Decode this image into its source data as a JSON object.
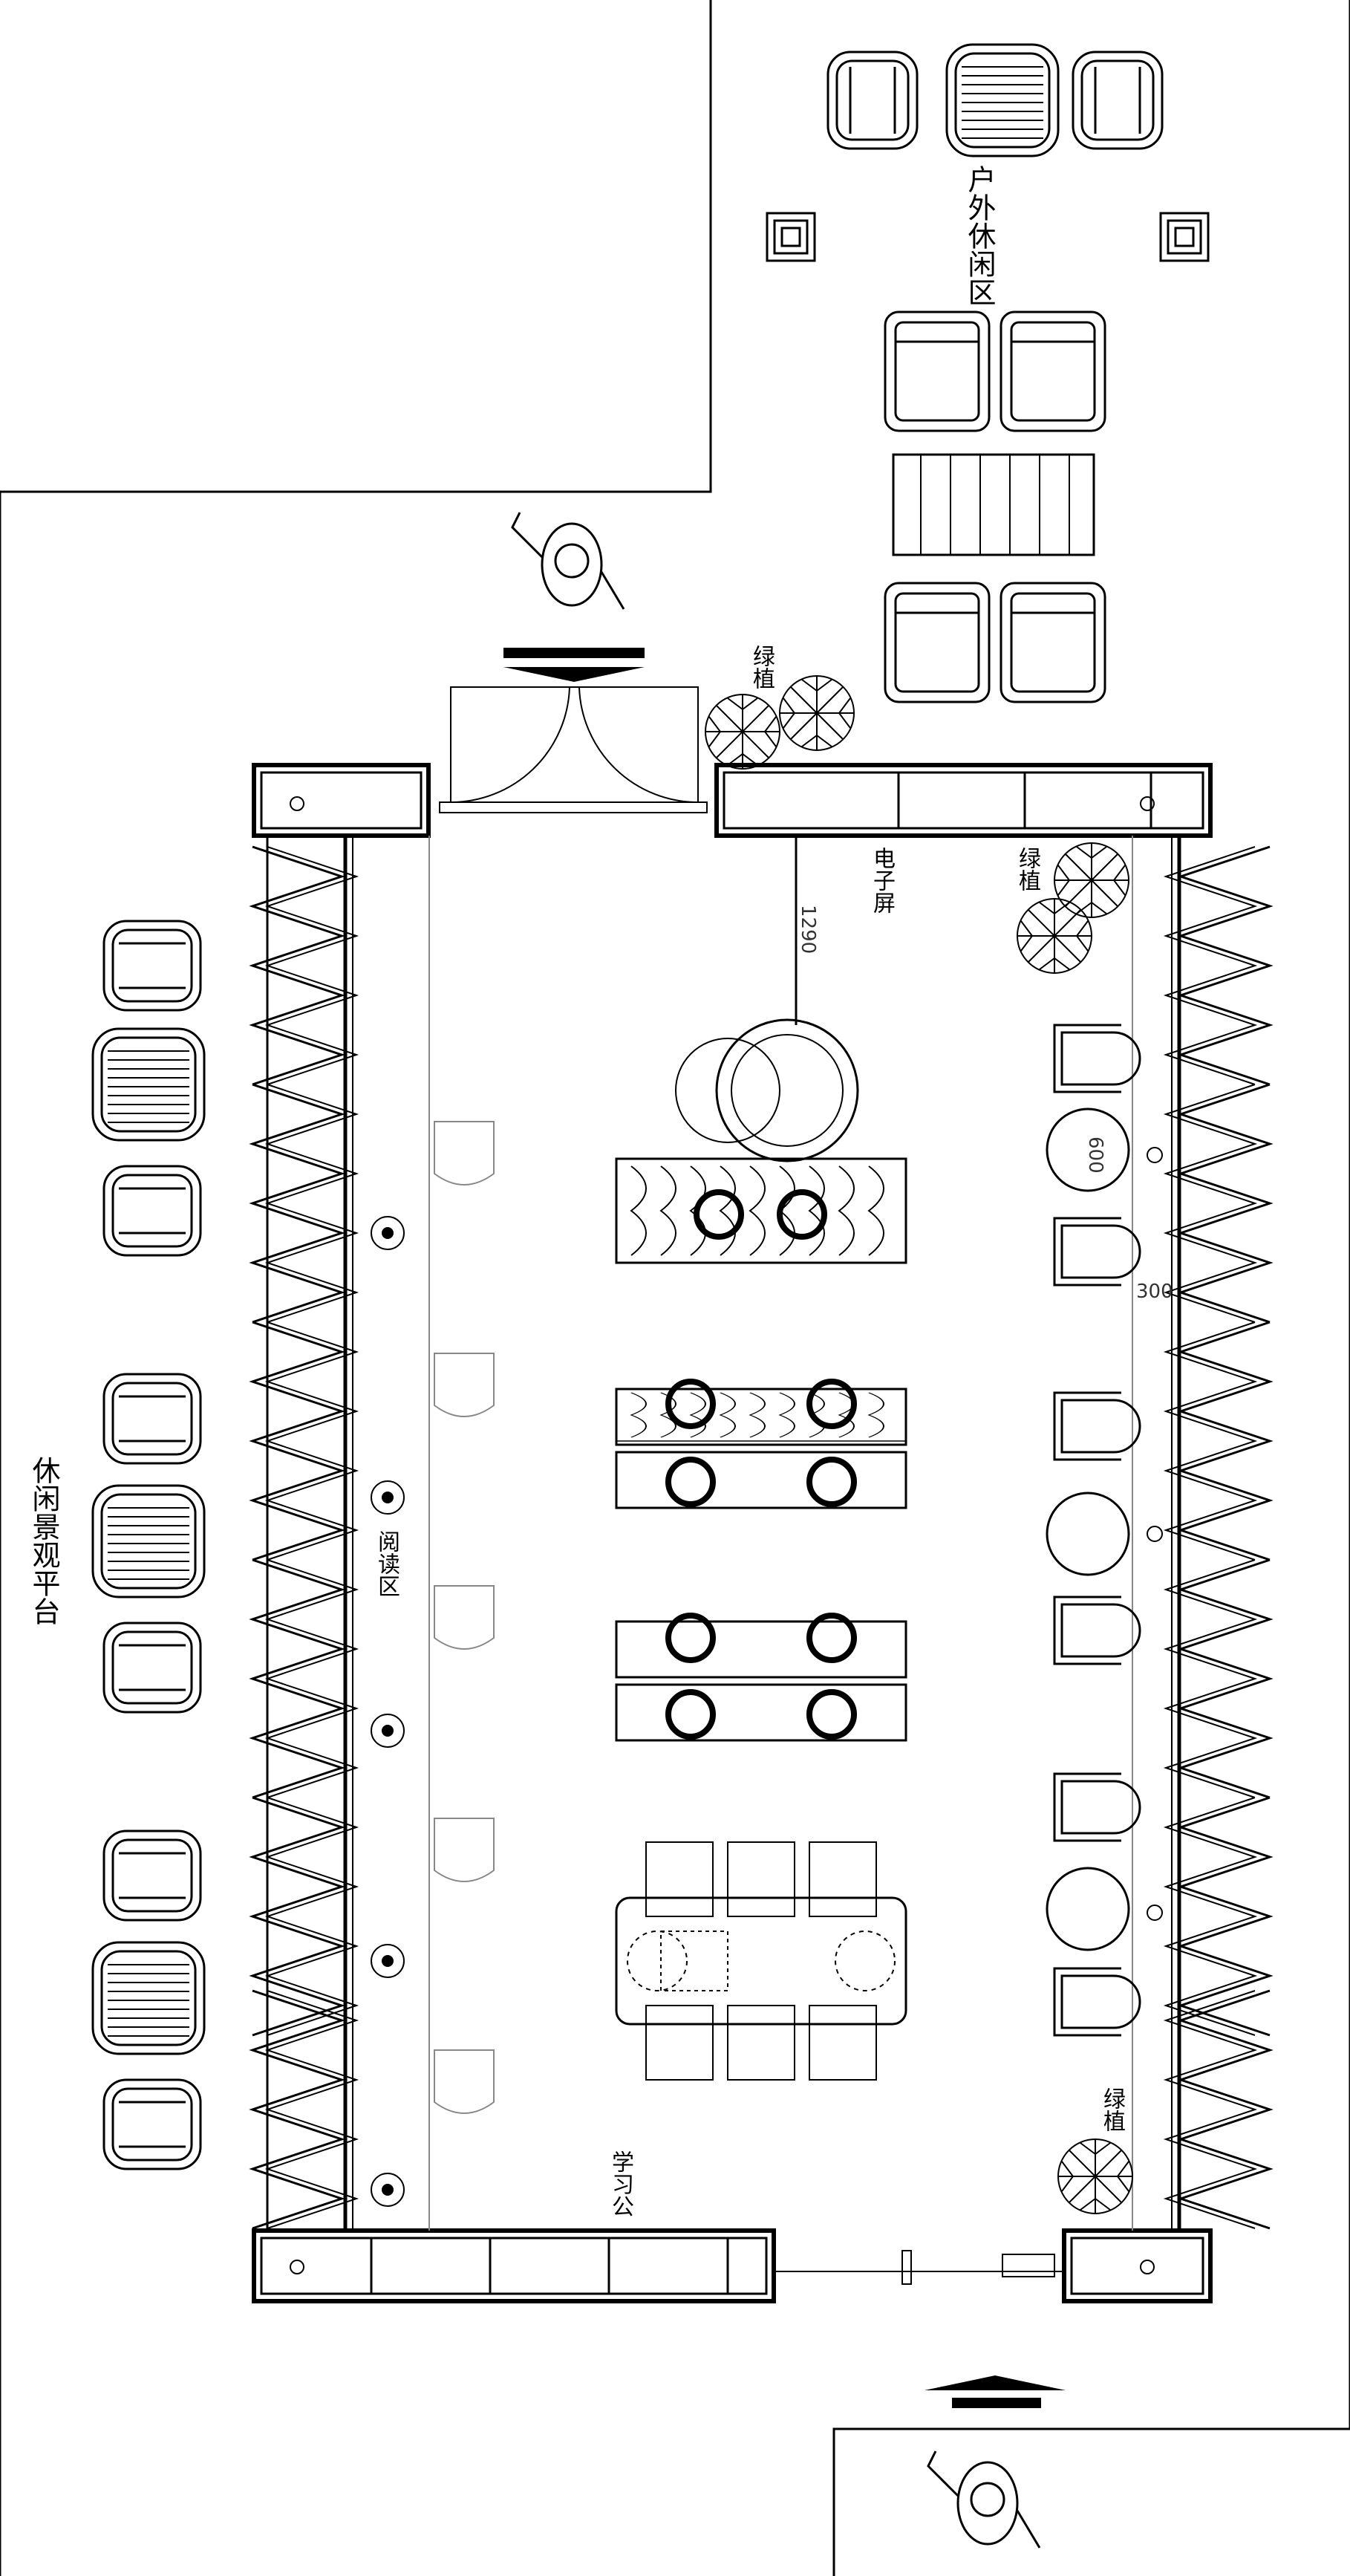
{
  "labels": {
    "outdoor_area": "户外休闲区",
    "leisure_platform": "休闲景观平台",
    "reading_area": "阅读区",
    "study_area": "学习公",
    "screen": "电子屏",
    "plant_top_left": "绿植",
    "plant_top_right": "绿植",
    "plant_bottom_right": "绿植"
  },
  "dimensions": {
    "screen_depth": "1290",
    "table_diameter": "600",
    "window_gap": "300"
  }
}
